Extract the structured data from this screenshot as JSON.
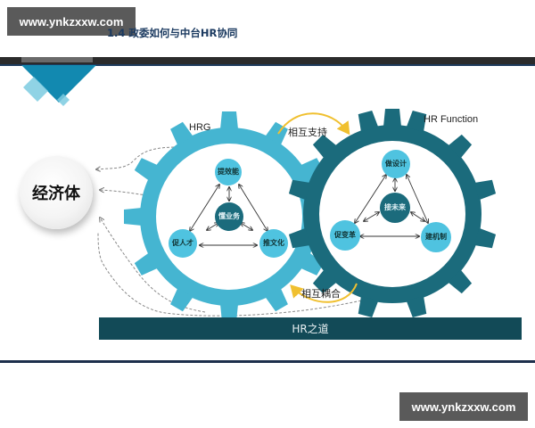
{
  "watermarks": {
    "top": "www.ynkzxxw.com",
    "bottom": "www.ynkzxxw.com"
  },
  "slide": {
    "title": "1.4 政委如何与中台HR协同",
    "economy_label": "经济体",
    "banner_label": "HR之道",
    "arrow_support_label": "相互支持",
    "arrow_couple_label": "相互耦合"
  },
  "gears": {
    "left": {
      "label": "HRG",
      "color": "#45b5d1",
      "center_node": "懂业务",
      "nodes": [
        "提效能",
        "促人才",
        "推文化"
      ]
    },
    "right": {
      "label": "HR Function",
      "color": "#1b6b7c",
      "center_node": "接未来",
      "nodes": [
        "做设计",
        "促变革",
        "建机制"
      ]
    }
  },
  "colors": {
    "light_teal": "#45b5d1",
    "node_light": "#4fc3e0",
    "dark_teal": "#1b6b7c",
    "banner": "#124a57",
    "arrow_gold": "#f0c030",
    "title": "#1b3a60"
  }
}
